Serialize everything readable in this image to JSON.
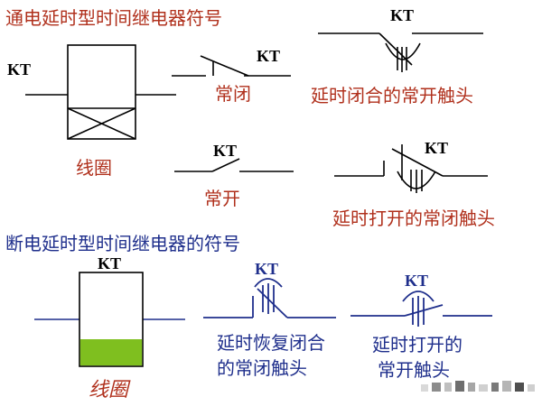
{
  "sections": {
    "power_on": {
      "title": "通电延时型时间继电器符号"
    },
    "power_off": {
      "title": "断电延时型时间继电器的符号"
    }
  },
  "labels": {
    "kt": "KT",
    "coil": "线圈",
    "normally_closed": "常闭",
    "normally_open": "常开",
    "delay_close_no": "延时闭合的常开触头",
    "delay_open_nc": "延时打开的常闭触头",
    "delay_restore_nc_line1": "延时恢复闭合",
    "delay_restore_nc_line2": "的常闭触头",
    "delay_open_no_line1": "延时打开的",
    "delay_open_no_line2": "常开触头"
  },
  "colors": {
    "title_red": "#b0301c",
    "title_blue": "#1f2f8c",
    "line_black": "#000000",
    "line_blue": "#1f2f8c",
    "coil_fill_green": "#7fbf1f"
  }
}
